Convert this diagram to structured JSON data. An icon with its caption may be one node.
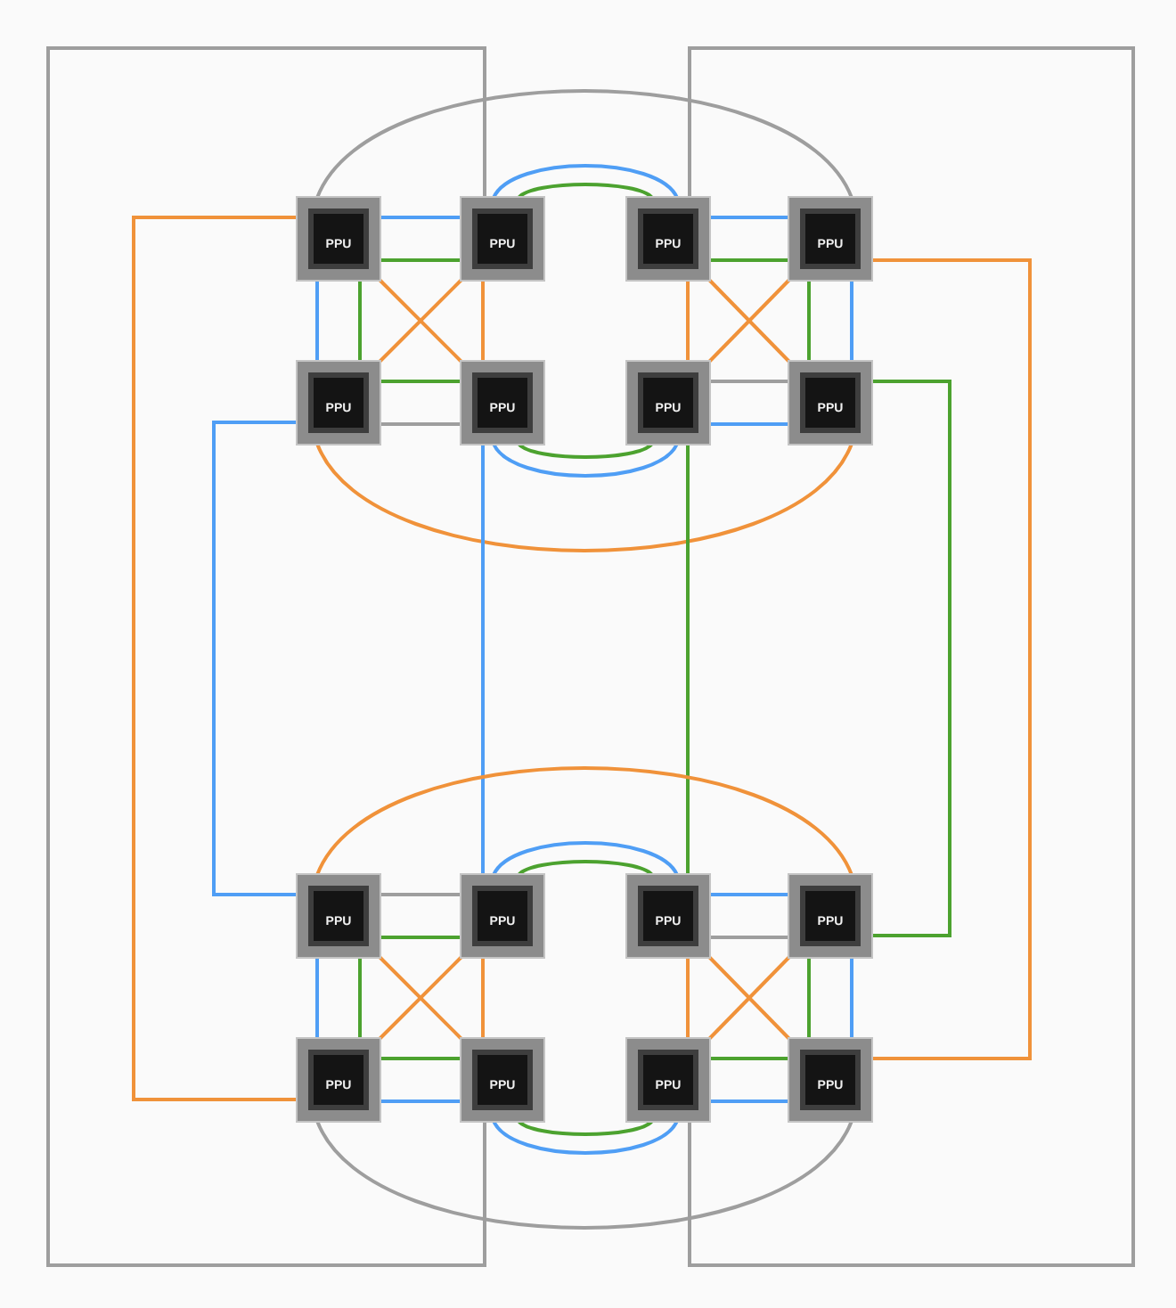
{
  "diagram": {
    "nodes": [
      {
        "text": [
          "PPU"
        ]
      },
      {
        "text": [
          "PPU"
        ]
      },
      {
        "text": [
          "PPU"
        ]
      },
      {
        "text": [
          "PPU"
        ]
      },
      {
        "text": [
          "PPU"
        ]
      },
      {
        "text": [
          "PPU"
        ]
      },
      {
        "text": [
          "PPU"
        ]
      },
      {
        "text": [
          "PPU"
        ]
      },
      {
        "text": [
          "PPU"
        ]
      },
      {
        "text": [
          "PPU"
        ]
      },
      {
        "text": [
          "PPU"
        ]
      },
      {
        "text": [
          "PPU"
        ]
      },
      {
        "text": [
          "PPU"
        ]
      },
      {
        "text": [
          "PPU"
        ]
      },
      {
        "text": [
          "PPU"
        ]
      },
      {
        "text": [
          "PPU"
        ]
      }
    ],
    "edges": [
      {
        "from": 0,
        "to": 1,
        "arrow": "none",
        "color": "#4f9ef5"
      },
      {
        "from": 0,
        "to": 1,
        "arrow": "none",
        "color": "#4ca22f"
      },
      {
        "from": 1,
        "to": 2,
        "arrow": "none",
        "color": "#4f9ef5"
      },
      {
        "from": 1,
        "to": 2,
        "arrow": "none",
        "color": "#4ca22f"
      },
      {
        "from": 2,
        "to": 3,
        "arrow": "none",
        "color": "#4f9ef5"
      },
      {
        "from": 2,
        "to": 3,
        "arrow": "none",
        "color": "#4ca22f"
      },
      {
        "from": 0,
        "to": 3,
        "arrow": "none",
        "color": "#9e9e9e"
      },
      {
        "from": 0,
        "to": 4,
        "arrow": "none",
        "color": "#4f9ef5"
      },
      {
        "from": 0,
        "to": 4,
        "arrow": "none",
        "color": "#4ca22f"
      },
      {
        "from": 0,
        "to": 5,
        "arrow": "none",
        "color": "#f0923a"
      },
      {
        "from": 1,
        "to": 4,
        "arrow": "none",
        "color": "#f0923a"
      },
      {
        "from": 1,
        "to": 5,
        "arrow": "none",
        "color": "#f0923a"
      },
      {
        "from": 2,
        "to": 6,
        "arrow": "none",
        "color": "#f0923a"
      },
      {
        "from": 2,
        "to": 7,
        "arrow": "none",
        "color": "#f0923a"
      },
      {
        "from": 3,
        "to": 6,
        "arrow": "none",
        "color": "#f0923a"
      },
      {
        "from": 3,
        "to": 7,
        "arrow": "none",
        "color": "#4ca22f"
      },
      {
        "from": 3,
        "to": 7,
        "arrow": "none",
        "color": "#4f9ef5"
      },
      {
        "from": 4,
        "to": 5,
        "arrow": "none",
        "color": "#4ca22f"
      },
      {
        "from": 4,
        "to": 5,
        "arrow": "none",
        "color": "#9e9e9e"
      },
      {
        "from": 5,
        "to": 6,
        "arrow": "none",
        "color": "#4ca22f"
      },
      {
        "from": 5,
        "to": 6,
        "arrow": "none",
        "color": "#4f9ef5"
      },
      {
        "from": 6,
        "to": 7,
        "arrow": "none",
        "color": "#9e9e9e"
      },
      {
        "from": 6,
        "to": 7,
        "arrow": "none",
        "color": "#4f9ef5"
      },
      {
        "from": 4,
        "to": 7,
        "arrow": "none",
        "color": "#f0923a"
      },
      {
        "from": 0,
        "to": 12,
        "arrow": "none",
        "color": "#f0923a"
      },
      {
        "from": 3,
        "to": 15,
        "arrow": "none",
        "color": "#f0923a"
      },
      {
        "from": 4,
        "to": 8,
        "arrow": "none",
        "color": "#4f9ef5"
      },
      {
        "from": 7,
        "to": 11,
        "arrow": "none",
        "color": "#4ca22f"
      },
      {
        "from": 5,
        "to": 9,
        "arrow": "none",
        "color": "#4f9ef5"
      },
      {
        "from": 6,
        "to": 10,
        "arrow": "none",
        "color": "#4ca22f"
      },
      {
        "from": 1,
        "to": 13,
        "arrow": "none",
        "color": "#9e9e9e"
      },
      {
        "from": 2,
        "to": 14,
        "arrow": "none",
        "color": "#9e9e9e"
      },
      {
        "from": 8,
        "to": 11,
        "arrow": "none",
        "color": "#f0923a"
      },
      {
        "from": 9,
        "to": 10,
        "arrow": "none",
        "color": "#4f9ef5"
      },
      {
        "from": 9,
        "to": 10,
        "arrow": "none",
        "color": "#4ca22f"
      },
      {
        "from": 8,
        "to": 9,
        "arrow": "none",
        "color": "#9e9e9e"
      },
      {
        "from": 8,
        "to": 9,
        "arrow": "none",
        "color": "#4ca22f"
      },
      {
        "from": 10,
        "to": 11,
        "arrow": "none",
        "color": "#4f9ef5"
      },
      {
        "from": 10,
        "to": 11,
        "arrow": "none",
        "color": "#9e9e9e"
      },
      {
        "from": 8,
        "to": 12,
        "arrow": "none",
        "color": "#4f9ef5"
      },
      {
        "from": 8,
        "to": 12,
        "arrow": "none",
        "color": "#4ca22f"
      },
      {
        "from": 8,
        "to": 13,
        "arrow": "none",
        "color": "#f0923a"
      },
      {
        "from": 9,
        "to": 12,
        "arrow": "none",
        "color": "#f0923a"
      },
      {
        "from": 9,
        "to": 13,
        "arrow": "none",
        "color": "#f0923a"
      },
      {
        "from": 10,
        "to": 14,
        "arrow": "none",
        "color": "#f0923a"
      },
      {
        "from": 10,
        "to": 15,
        "arrow": "none",
        "color": "#f0923a"
      },
      {
        "from": 11,
        "to": 14,
        "arrow": "none",
        "color": "#f0923a"
      },
      {
        "from": 11,
        "to": 15,
        "arrow": "none",
        "color": "#4ca22f"
      },
      {
        "from": 11,
        "to": 15,
        "arrow": "none",
        "color": "#4f9ef5"
      },
      {
        "from": 12,
        "to": 13,
        "arrow": "none",
        "color": "#4ca22f"
      },
      {
        "from": 12,
        "to": 13,
        "arrow": "none",
        "color": "#4f9ef5"
      },
      {
        "from": 13,
        "to": 14,
        "arrow": "none",
        "color": "#4ca22f"
      },
      {
        "from": 13,
        "to": 14,
        "arrow": "none",
        "color": "#4f9ef5"
      },
      {
        "from": 14,
        "to": 15,
        "arrow": "none",
        "color": "#4ca22f"
      },
      {
        "from": 14,
        "to": 15,
        "arrow": "none",
        "color": "#4f9ef5"
      },
      {
        "from": 12,
        "to": 15,
        "arrow": "none",
        "color": "#9e9e9e"
      }
    ]
  }
}
